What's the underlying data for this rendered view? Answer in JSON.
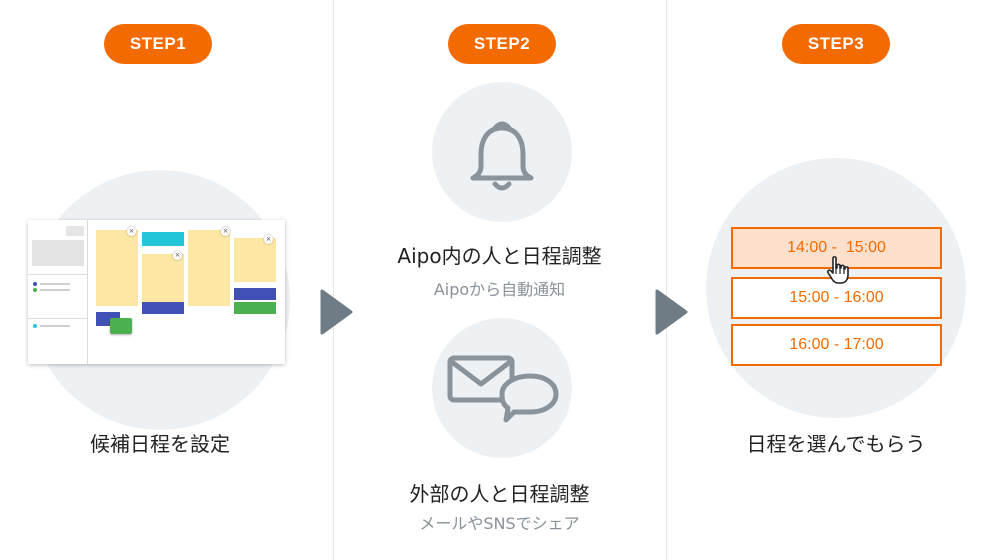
{
  "steps": [
    {
      "badge": "STEP1",
      "caption": "候補日程を設定"
    },
    {
      "badge": "STEP2",
      "options": [
        {
          "title": "Aipo内の人と日程調整",
          "subtitle": "Aipoから自動通知",
          "icon": "bell-icon"
        },
        {
          "title": "外部の人と日程調整",
          "subtitle": "メールやSNSでシェア",
          "icon": "mail-chat-icon"
        }
      ]
    },
    {
      "badge": "STEP3",
      "caption": "日程を選んでもらう",
      "slots": [
        "14:00 -  15:00",
        "15:00 - 16:00",
        "16:00 - 17:00"
      ],
      "selected_slot": 0
    }
  ],
  "colors": {
    "accent": "#f26a00",
    "circle_bg": "#eef1f4",
    "icon_gray": "#8a9399",
    "arrow": "#6f7c86",
    "slot_selected_bg": "#fde0cc"
  }
}
